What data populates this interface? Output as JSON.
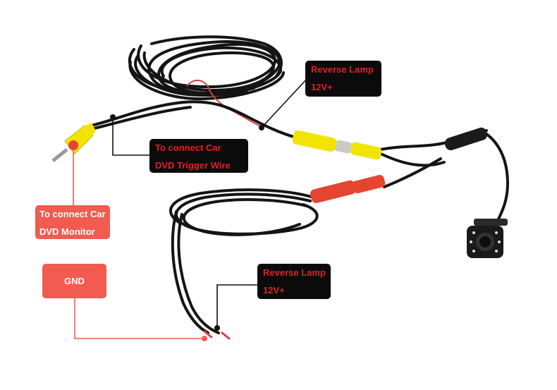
{
  "labels": {
    "reverse_lamp_top": {
      "line1": "Reverse Lamp",
      "line2": "12V+"
    },
    "dvd_trigger": {
      "line1": "To connect Car",
      "line2": "DVD Trigger Wire"
    },
    "dvd_monitor": {
      "line1": "To connect Car",
      "line2": "DVD Monitor"
    },
    "gnd": {
      "text": "GND"
    },
    "reverse_lamp_bottom": {
      "line1": "Reverse Lamp",
      "line2": "12V+"
    }
  },
  "colors": {
    "label_dark_bg": "#0b0b0b",
    "label_dark_text": "#e02020",
    "label_red_bg": "#f15b50",
    "label_red_text": "#ffffff",
    "callout_line": "#111111",
    "callout_line_red": "#f15b50",
    "cable": "#141414",
    "rca_yellow": "#f2e400",
    "rca_red": "#e5452f",
    "camera_body": "#1a1a1a"
  },
  "icons": [
    "rca-plug-icon",
    "camera-icon",
    "led-icon"
  ]
}
